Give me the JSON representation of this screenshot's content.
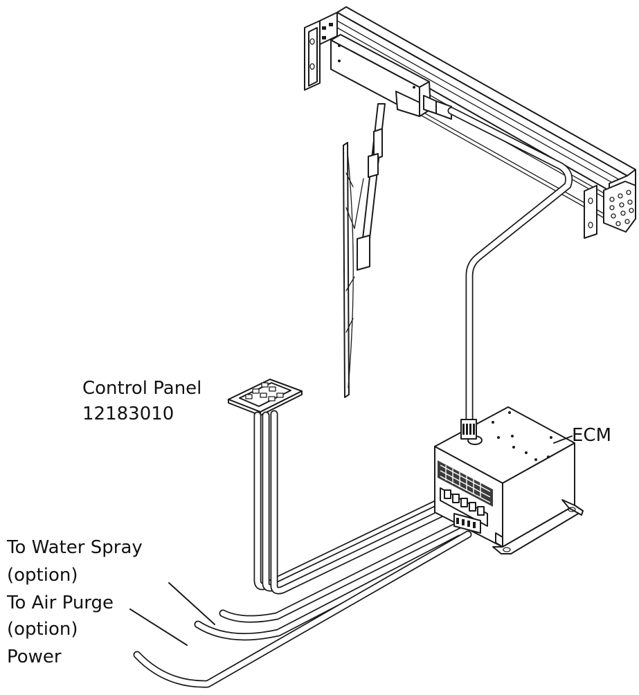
{
  "labels": {
    "control_panel_line1": "Control Panel",
    "control_panel_line2": "12183010",
    "ecm": "ECM",
    "water_spray_line1": "To Water Spray",
    "water_spray_line2": "(option)",
    "air_purge_line1": "To Air Purge",
    "air_purge_line2": "(option)",
    "power": "Power"
  },
  "colors": {
    "line": "#1a1a1a",
    "background": "#ffffff"
  }
}
